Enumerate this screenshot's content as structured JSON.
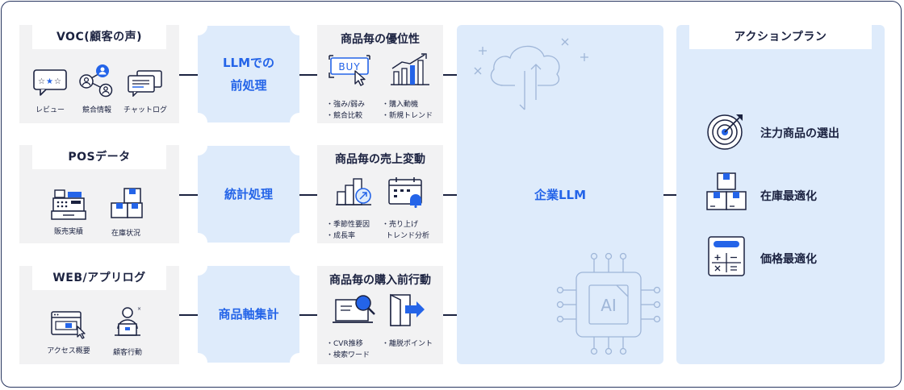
{
  "sources": {
    "voc": {
      "title": "VOC(顧客の声)",
      "items": [
        "レビュー",
        "競合情報",
        "チャットログ"
      ]
    },
    "pos": {
      "title": "POSデータ",
      "items": [
        "販売実績",
        "在庫状況"
      ]
    },
    "web": {
      "title": "WEB/アプリログ",
      "items": [
        "アクセス概要",
        "顧客行動"
      ]
    }
  },
  "processing": {
    "llm": [
      "LLMでの",
      "前処理"
    ],
    "stats": "統計処理",
    "axis": "商品軸集計"
  },
  "outputs": {
    "advantage": {
      "title": "商品毎の優位性",
      "icon_text": "BUY",
      "notes_left": [
        "・強み/弱み",
        "・競合比較"
      ],
      "notes_right": [
        "・購入動機",
        "・新規トレンド"
      ]
    },
    "sales": {
      "title": "商品毎の売上変動",
      "notes_left": [
        "・季節性要因",
        "・成長率"
      ],
      "notes_right": [
        "・売り上げ",
        "トレンド分析"
      ]
    },
    "behavior": {
      "title": "商品毎の購入前行動",
      "notes_left": [
        "・CVR推移",
        "・検索ワード"
      ],
      "notes_right": [
        "・離脱ポイント"
      ]
    }
  },
  "center": {
    "label": "企業LLM",
    "chip_text": "AI"
  },
  "actions": {
    "title": "アクションプラン",
    "items": [
      "注力商品の選出",
      "在庫最適化",
      "価格最適化"
    ]
  },
  "colors": {
    "accent": "#2464e8",
    "navy": "#1b2240",
    "panel": "#deebfb",
    "grey": "#f2f2f3",
    "light_line": "#9fb6d8"
  }
}
